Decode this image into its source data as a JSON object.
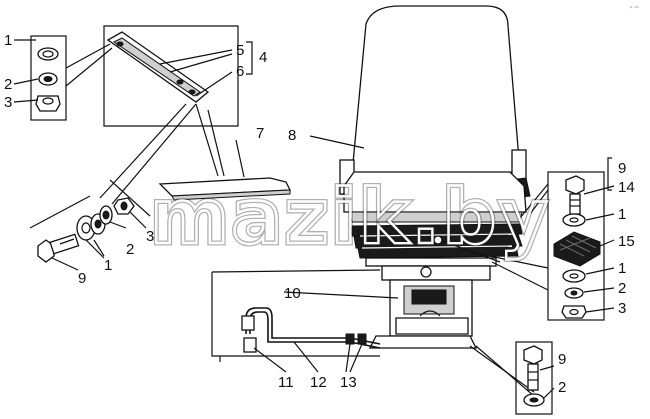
{
  "callouts": {
    "c1a": "1",
    "c2a": "2",
    "c3a": "3",
    "c5": "5",
    "c4": "4",
    "c6": "6",
    "c7": "7",
    "c8": "8",
    "c9a": "9",
    "c14": "14",
    "c1b": "1",
    "c15": "15",
    "c1c": "1",
    "c2b": "2",
    "c3b": "3",
    "c3c": "3",
    "c2c": "2",
    "c1d": "1",
    "c9b": "9",
    "c10": "10",
    "c11": "11",
    "c12": "12",
    "c13": "13",
    "c9c": "9",
    "c2d": "2"
  },
  "watermark": "mazik.by",
  "corner_mark": "ᵖ ˢˢ"
}
